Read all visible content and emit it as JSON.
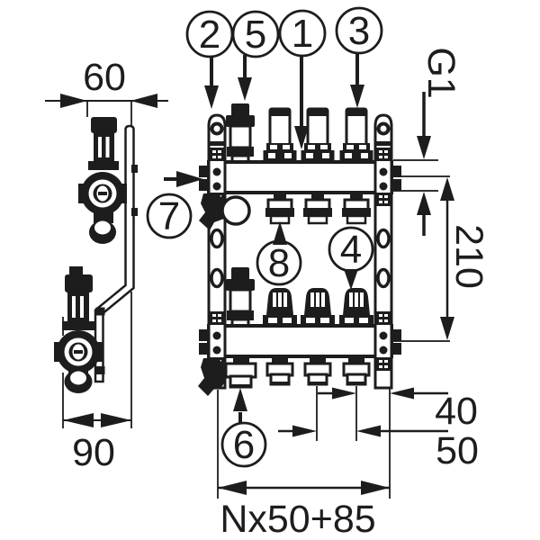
{
  "drawing": {
    "subject": "heating manifold dimensional technical drawing",
    "line_color": "#1d1d1d",
    "background": "#ffffff"
  },
  "callouts": {
    "c1": "1",
    "c2": "2",
    "c3": "3",
    "c4": "4",
    "c5": "5",
    "c6": "6",
    "c7": "7",
    "c8": "8"
  },
  "dimensions": {
    "top_width": "60",
    "bottom_width": "90",
    "thread_size": "G1",
    "bar_distance": "210",
    "end_offset": "40",
    "outlet_pitch": "50",
    "total_length": "Nx50+85"
  }
}
